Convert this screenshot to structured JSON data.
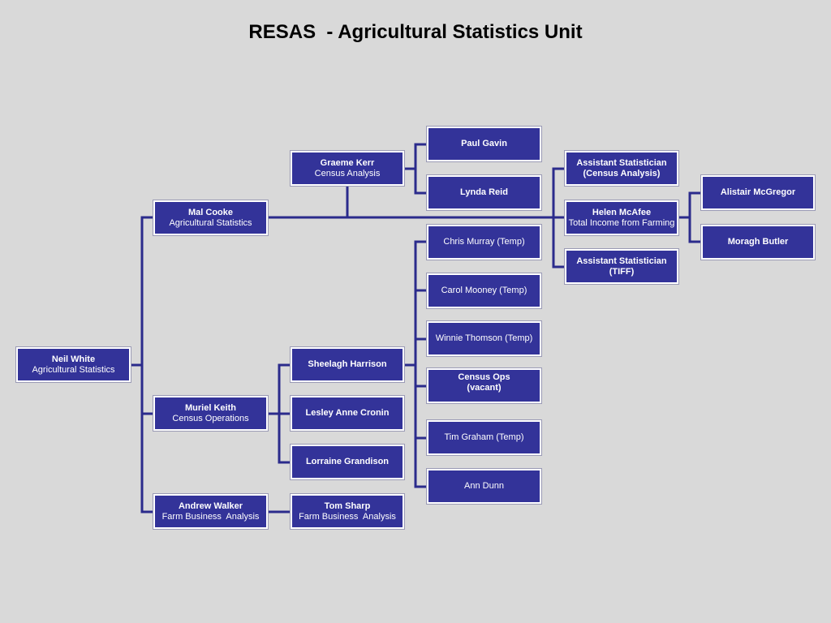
{
  "title": "RESAS  - Agricultural Statistics Unit",
  "colors": {
    "box_fill": "#333399",
    "box_border": "#ffffff",
    "connector": "#2b2b8c",
    "background": "#d9d9d9"
  },
  "people": {
    "neil_white": {
      "name": "Neil White",
      "role": "Agricultural Statistics"
    },
    "mal_cooke": {
      "name": "Mal Cooke",
      "role": "Agricultural Statistics"
    },
    "muriel_keith": {
      "name": "Muriel Keith",
      "role": "Census Operations"
    },
    "andrew_walker": {
      "name": "Andrew Walker",
      "role": "Farm Business  Analysis"
    },
    "graeme_kerr": {
      "name": "Graeme Kerr",
      "role": "Census Analysis"
    },
    "sheelagh_harrison": {
      "name": "Sheelagh Harrison",
      "role": ""
    },
    "lesley_anne_cronin": {
      "name": "Lesley Anne Cronin",
      "role": ""
    },
    "lorraine_grandison": {
      "name": "Lorraine Grandison",
      "role": ""
    },
    "tom_sharp": {
      "name": "Tom Sharp",
      "role": "Farm Business  Analysis"
    },
    "paul_gavin": {
      "name": "Paul Gavin",
      "role": ""
    },
    "lynda_reid": {
      "name": "Lynda Reid",
      "role": ""
    },
    "chris_murray": {
      "name": "Chris Murray (Temp)",
      "role": ""
    },
    "carol_mooney": {
      "name": "Carol Mooney (Temp)",
      "role": ""
    },
    "winnie_thomson": {
      "name": "Winnie Thomson (Temp)",
      "role": ""
    },
    "census_ops": {
      "name": "Census Ops\n(vacant)",
      "role": ""
    },
    "tim_graham": {
      "name": "Tim Graham (Temp)",
      "role": ""
    },
    "ann_dunn": {
      "name": "Ann Dunn",
      "role": ""
    },
    "asst_census": {
      "name": "Assistant Statistician\n(Census Analysis)",
      "role": ""
    },
    "helen_mcafee": {
      "name": "Helen McAfee",
      "role": "Total Income from Farming"
    },
    "asst_tiff": {
      "name": "Assistant Statistician\n(TIFF)",
      "role": ""
    },
    "alistair_mcgregor": {
      "name": "Alistair McGregor",
      "role": ""
    },
    "moragh_butler": {
      "name": "Moragh Butler",
      "role": ""
    }
  }
}
